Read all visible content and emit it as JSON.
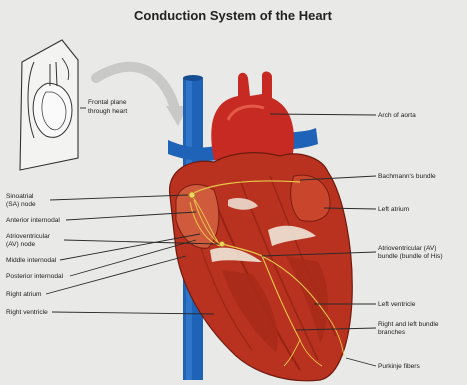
{
  "title": "Conduction System of the Heart",
  "inset_label": [
    "Frontal plane",
    "through heart"
  ],
  "labels_left": [
    [
      "Sinoatrial",
      "(SA) node"
    ],
    [
      "Anterior internodal"
    ],
    [
      "Atrioventricular",
      "(AV) node"
    ],
    [
      "Middle internodal"
    ],
    [
      "Posterior internodal"
    ],
    [
      "Right atrium"
    ],
    [
      "Right ventricle"
    ]
  ],
  "labels_right": [
    [
      "Arch of aorta"
    ],
    [
      "Bachmann's bundle"
    ],
    [
      "Left atrium"
    ],
    [
      "Atrioventricular (AV)",
      "bundle (bundle of His)"
    ],
    [
      "Left ventricle"
    ],
    [
      "Right and left bundle",
      "branches"
    ],
    [
      "Purkinje fibers"
    ]
  ],
  "colors": {
    "background": "#e9e9e7",
    "heart_muscle": "#b8321f",
    "heart_dark": "#8e1f12",
    "aorta": "#c62a22",
    "vena_cava": "#1e63b8",
    "conduction": "#e8c84a"
  }
}
